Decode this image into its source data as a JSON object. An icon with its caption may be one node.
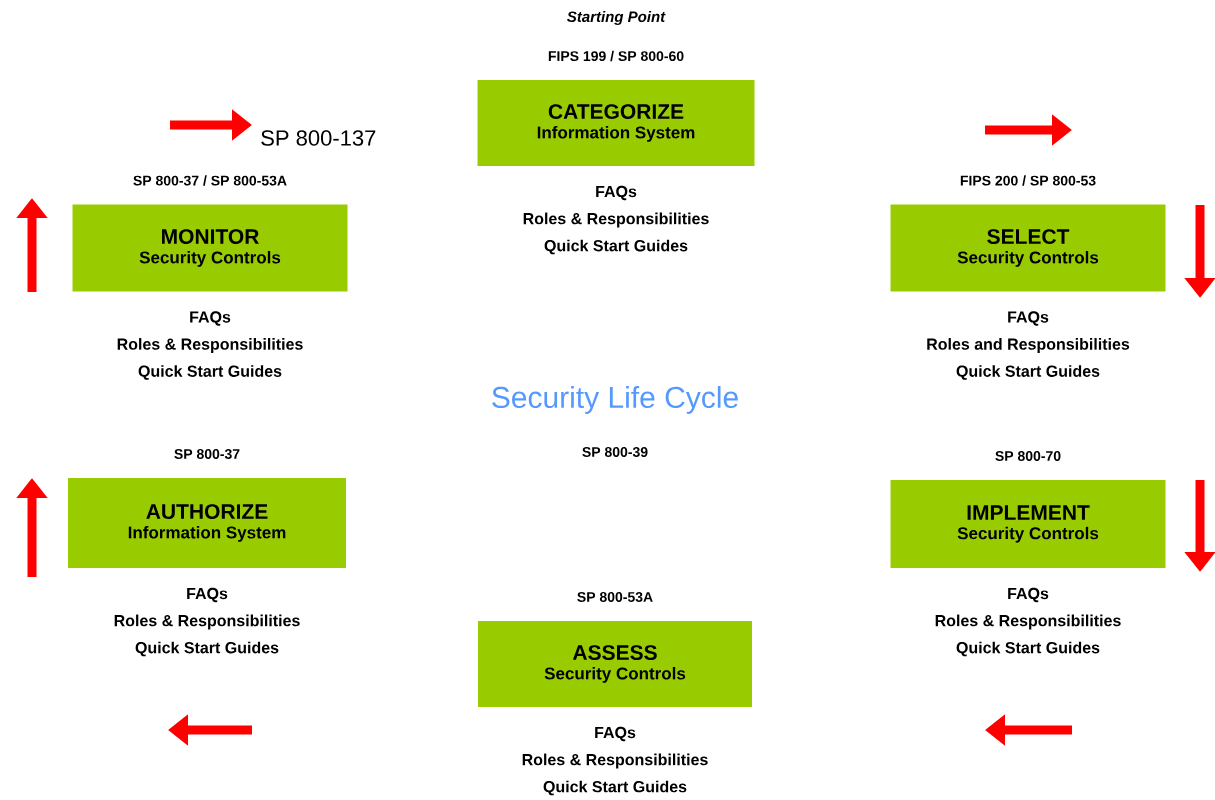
{
  "diagram": {
    "title": "Security Life Cycle",
    "nodes": [
      {
        "text": [
          "CATEGORIZE",
          "Information System"
        ],
        "beside": [
          "Starting Point",
          "FIPS 199 / SP 800-60",
          "FAQs",
          "Roles & Responsibilities",
          "Quick Start Guides"
        ]
      },
      {
        "text": [
          "MONITOR",
          "Security Controls"
        ],
        "beside": [
          "SP 800-37 / SP 800-53A",
          "FAQs",
          "Roles & Responsibilities",
          "Quick Start Guides"
        ]
      },
      {
        "text": [
          "SELECT",
          "Security Controls"
        ],
        "beside": [
          "FIPS 200 / SP 800-53",
          "FAQs",
          "Roles and Responsibilities",
          "Quick Start Guides"
        ]
      },
      {
        "text": [
          "AUTHORIZE",
          "Information System"
        ],
        "beside": [
          "SP 800-37",
          "FAQs",
          "Roles & Responsibilities",
          "Quick Start Guides"
        ]
      },
      {
        "text": [
          "IMPLEMENT",
          "Security Controls"
        ],
        "beside": [
          "SP 800-70",
          "FAQs",
          "Roles & Responsibilities",
          "Quick Start Guides"
        ]
      },
      {
        "text": [
          "ASSESS",
          "Security Controls"
        ],
        "beside": [
          "SP 800-53A",
          "FAQs",
          "Roles & Responsibilities",
          "Quick Start Guides"
        ]
      }
    ],
    "labels": [
      "SP 800-137",
      "SP 800-39"
    ]
  }
}
